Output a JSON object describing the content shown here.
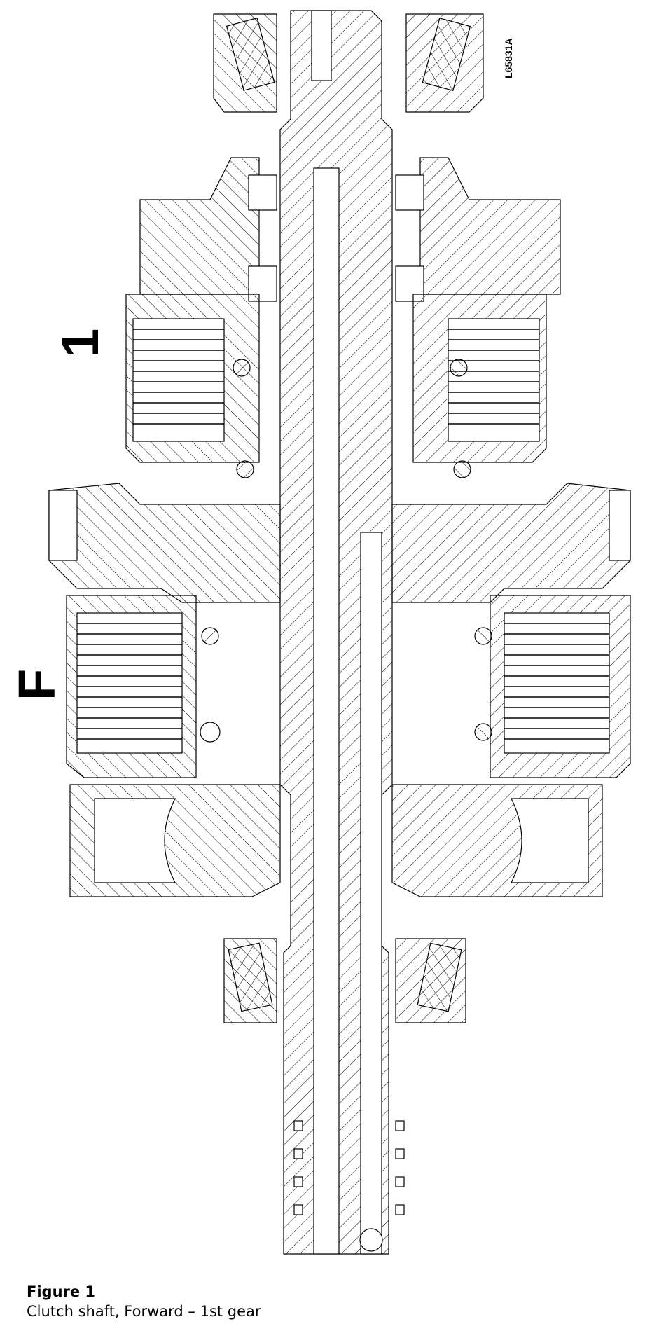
{
  "diagram": {
    "drawing_id": "L65831A",
    "section_labels": {
      "first_gear": "1",
      "forward": "F"
    }
  },
  "caption": {
    "title": "Figure 1",
    "text": "Clutch shaft, Forward – 1st gear"
  }
}
